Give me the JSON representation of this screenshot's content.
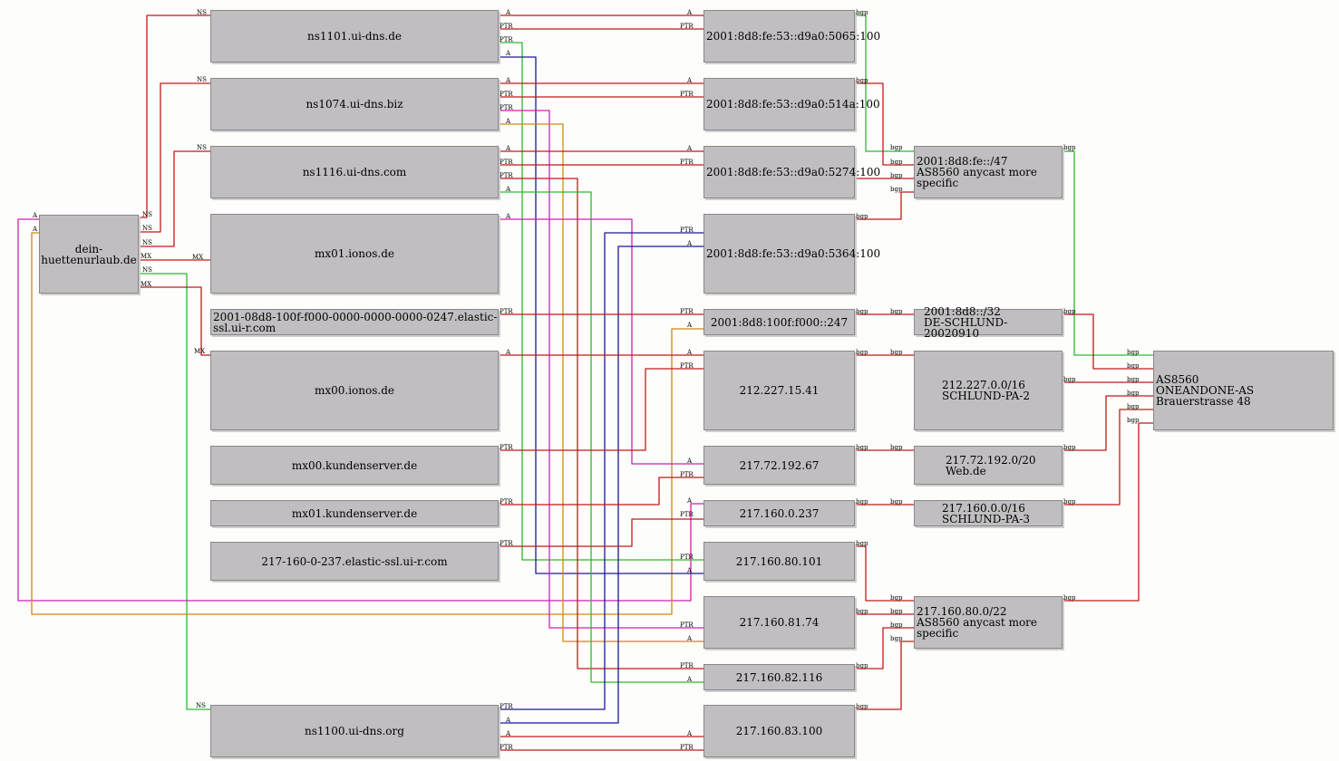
{
  "colors": {
    "red": "#c41a1a",
    "green": "#2cbc2c",
    "blue": "#1a1a9c",
    "magenta": "#d020b0",
    "orange": "#d08a10",
    "box": "#c0bec0",
    "border": "#8a888a"
  },
  "nodes": {
    "domain": "dein-huettenurlaub.de",
    "ns1101": "ns1101.ui-dns.de",
    "ns1074": "ns1074.ui-dns.biz",
    "ns1116": "ns1116.ui-dns.com",
    "mx01ionos": "mx01.ionos.de",
    "elastic_v6": "2001-08d8-100f-f000-0000-0000-0000-0247.elastic-ssl.ui-r.com",
    "mx00ionos": "mx00.ionos.de",
    "mx00ks": "mx00.kundenserver.de",
    "mx01ks": "mx01.kundenserver.de",
    "elastic_v4": "217-160-0-237.elastic-ssl.ui-r.com",
    "ns1100": "ns1100.ui-dns.org",
    "ip5065": "2001:8d8:fe:53::d9a0:5065:100",
    "ip514a": "2001:8d8:fe:53::d9a0:514a:100",
    "ip5274": "2001:8d8:fe:53::d9a0:5274:100",
    "ip5364": "2001:8d8:fe:53::d9a0:5364:100",
    "ip247": "2001:8d8:100f:f000::247",
    "ip15_41": "212.227.15.41",
    "ip192_67": "217.72.192.67",
    "ip0_237": "217.160.0.237",
    "ip80_101": "217.160.80.101",
    "ip81_74": "217.160.81.74",
    "ip82_116": "217.160.82.116",
    "ip83_100": "217.160.83.100",
    "net_fe47": "2001:8d8:fe::/47\nAS8560 anycast more specific",
    "net_8d8_32": "2001:8d8::/32\nDE-SCHLUND-20020910",
    "net_212": "212.227.0.0/16\nSCHLUND-PA-2",
    "net_217_72": "217.72.192.0/20\nWeb.de",
    "net_217_160": "217.160.0.0/16\nSCHLUND-PA-3",
    "net_217_80": "217.160.80.0/22\nAS8560 anycast more specific",
    "as8560": "AS8560\nONEANDONE-AS Brauerstrasse 48"
  },
  "edge_labels": {
    "ns": "NS",
    "mx": "MX",
    "a": "A",
    "ptr": "PTR",
    "bgp": "bgp"
  }
}
